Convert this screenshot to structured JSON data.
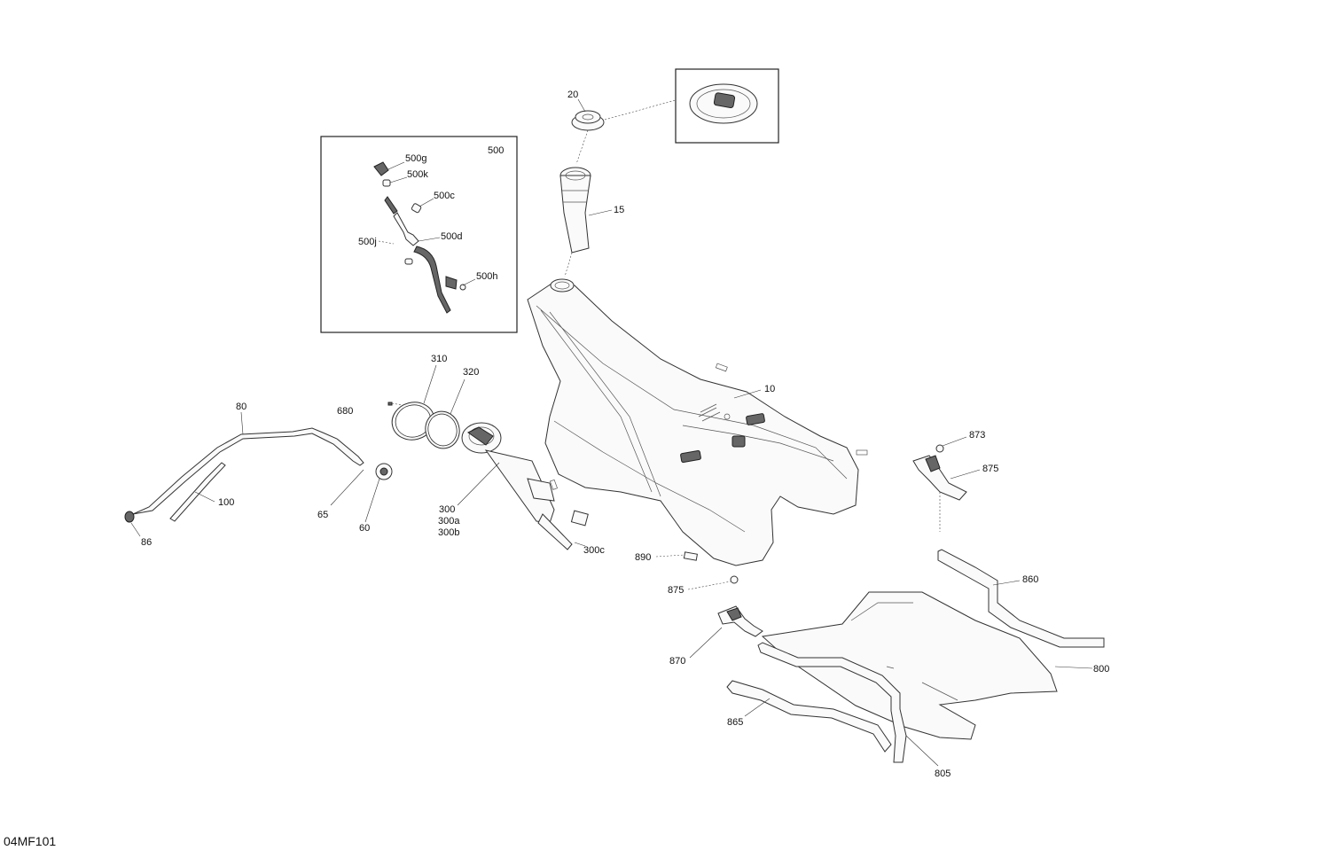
{
  "diagram_code": "04MF101",
  "labels": {
    "p20": "20",
    "p15": "15",
    "p10": "10",
    "p500": "500",
    "p500g": "500g",
    "p500k": "500k",
    "p500c": "500c",
    "p500d": "500d",
    "p500j": "500j",
    "p500h": "500h",
    "p310": "310",
    "p320": "320",
    "p680": "680",
    "p80": "80",
    "p100": "100",
    "p86": "86",
    "p65": "65",
    "p60": "60",
    "p300": "300",
    "p300a": "300a",
    "p300b": "300b",
    "p300c": "300c",
    "p890": "890",
    "p873": "873",
    "p875a": "875",
    "p875b": "875",
    "p860": "860",
    "p870": "870",
    "p800": "800",
    "p865": "865",
    "p805": "805"
  }
}
